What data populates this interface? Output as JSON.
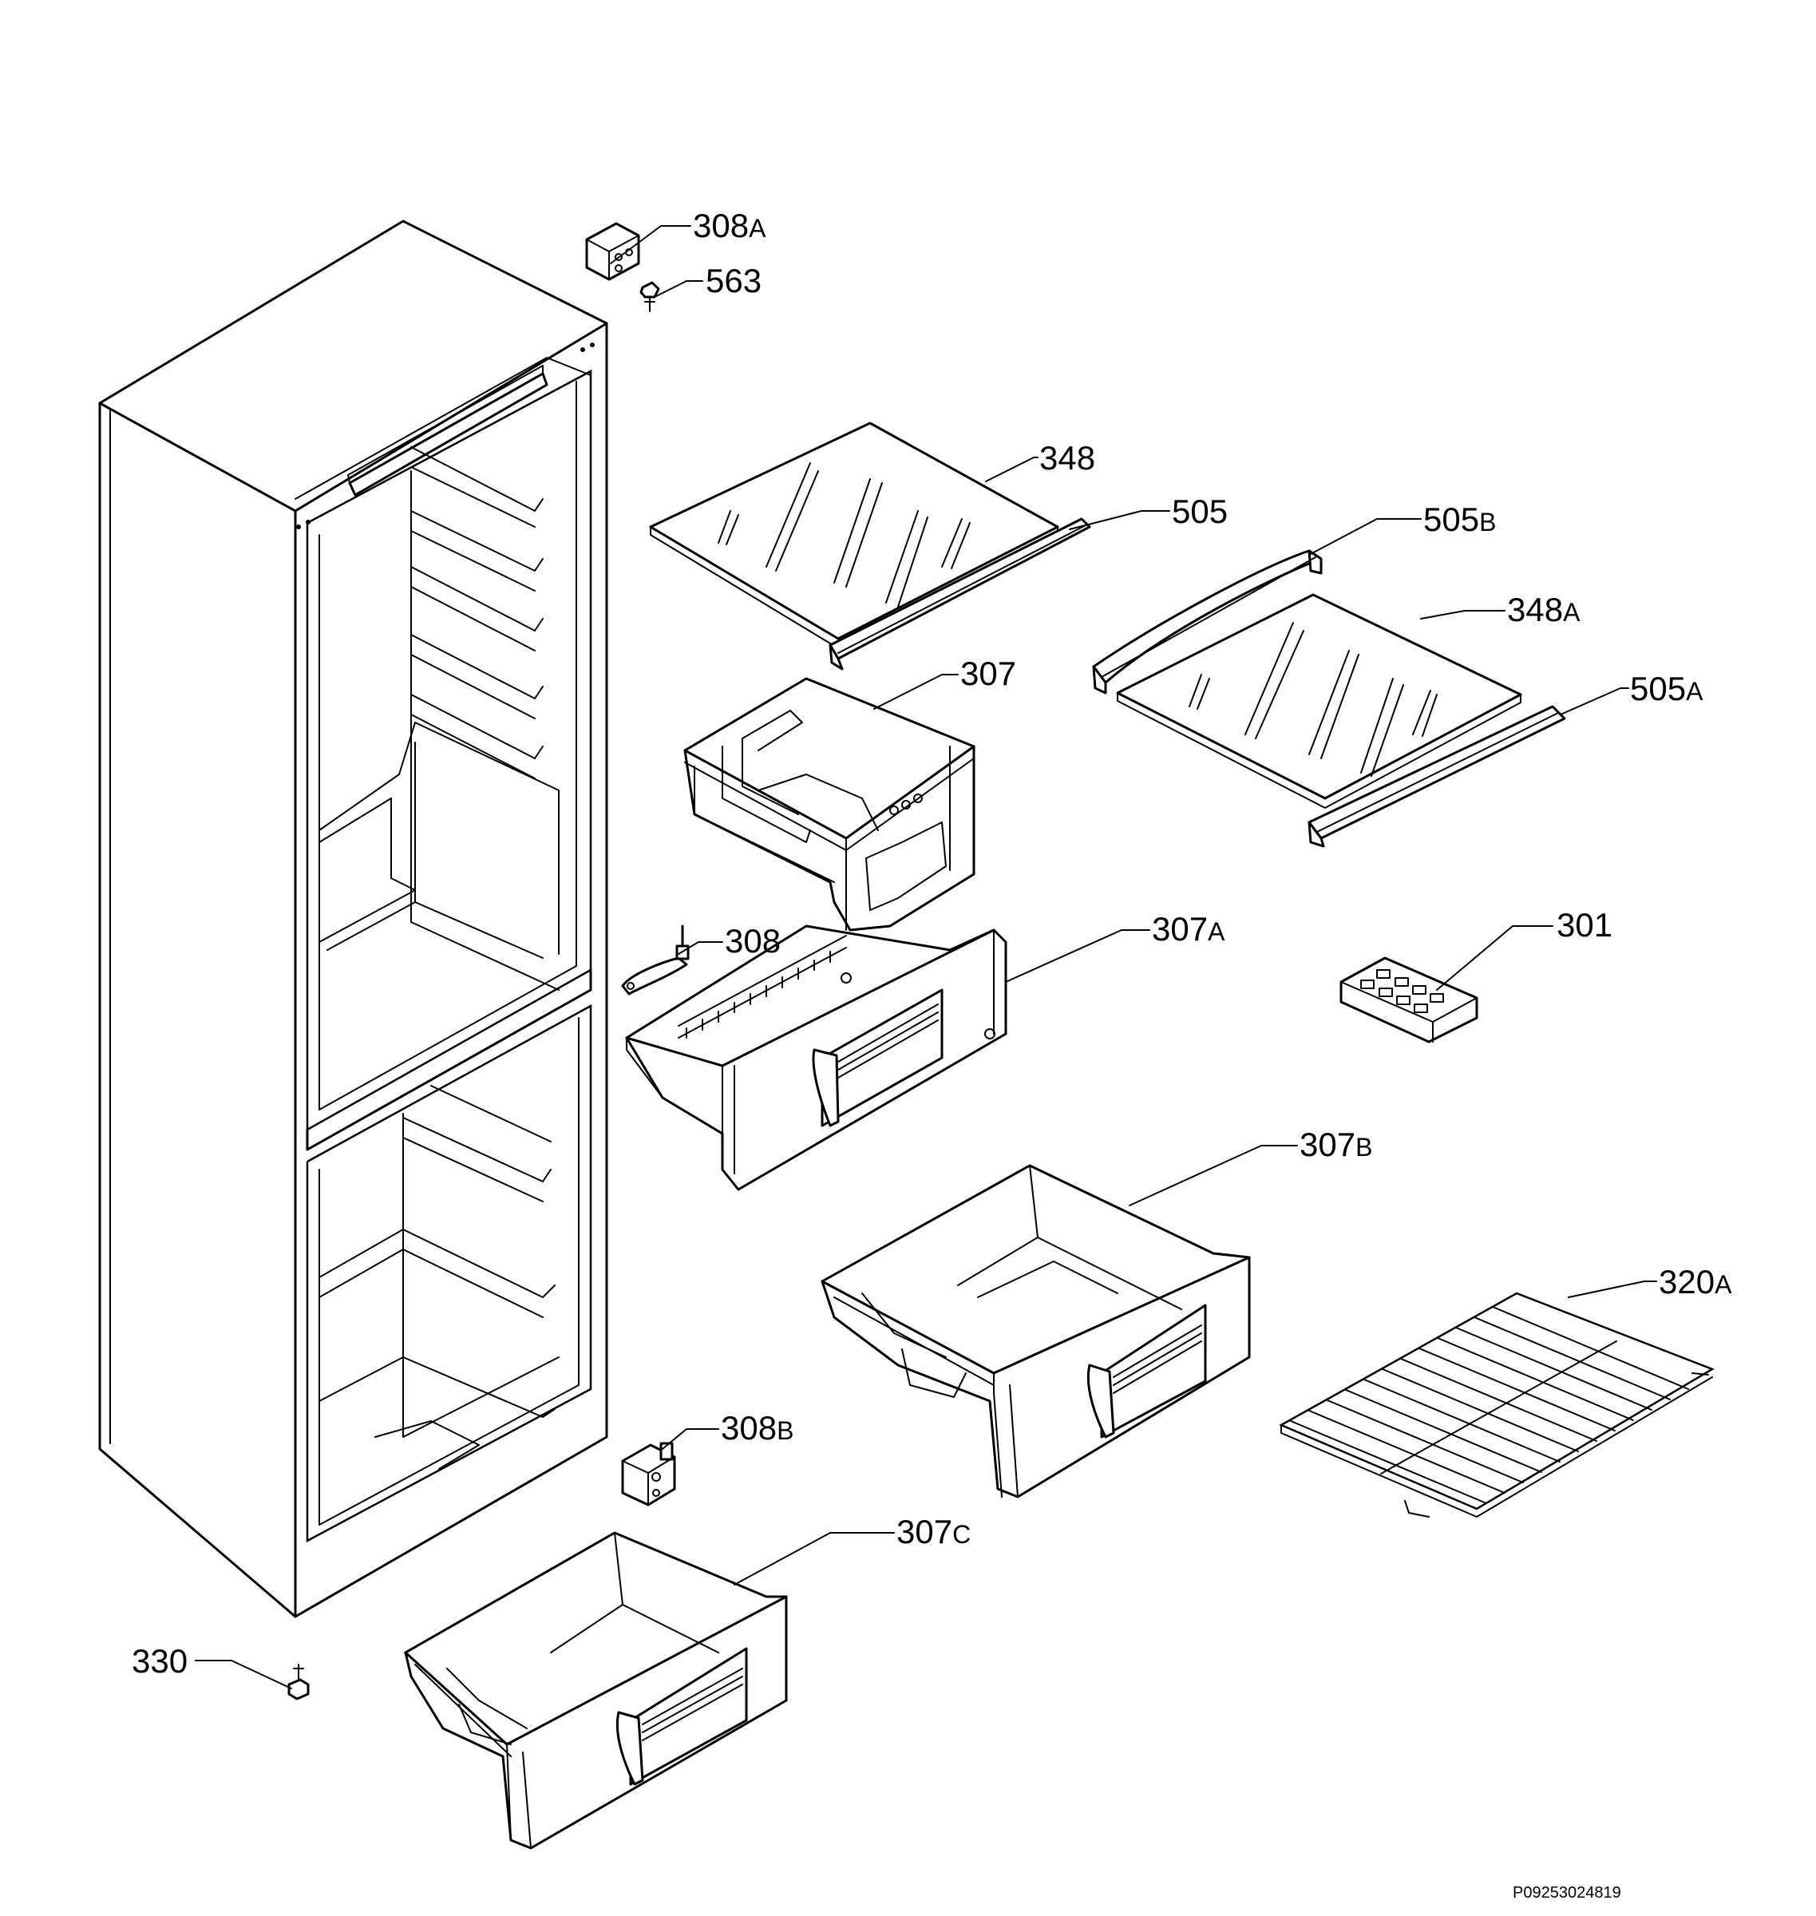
{
  "callouts": [
    {
      "num": "308",
      "suffix": "A"
    },
    {
      "num": "563",
      "suffix": ""
    },
    {
      "num": "348",
      "suffix": ""
    },
    {
      "num": "505",
      "suffix": ""
    },
    {
      "num": "505",
      "suffix": "B"
    },
    {
      "num": "348",
      "suffix": "A"
    },
    {
      "num": "307",
      "suffix": ""
    },
    {
      "num": "505",
      "suffix": "A"
    },
    {
      "num": "308",
      "suffix": ""
    },
    {
      "num": "307",
      "suffix": "A"
    },
    {
      "num": "301",
      "suffix": ""
    },
    {
      "num": "307",
      "suffix": "B"
    },
    {
      "num": "320",
      "suffix": "A"
    },
    {
      "num": "308",
      "suffix": "B"
    },
    {
      "num": "307",
      "suffix": "C"
    },
    {
      "num": "330",
      "suffix": ""
    }
  ],
  "document_code": "P09253024819"
}
